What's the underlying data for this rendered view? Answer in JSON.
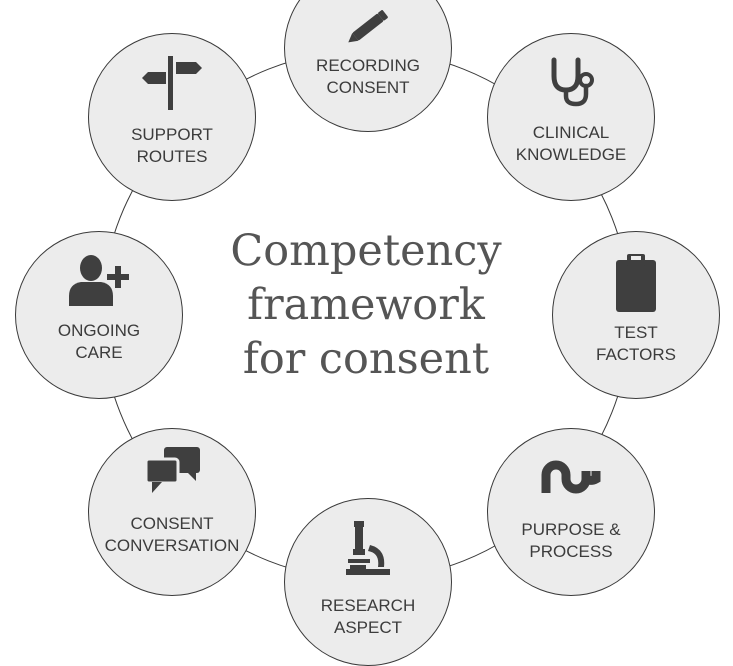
{
  "diagram": {
    "title_lines": [
      "Competency",
      "framework",
      "for consent"
    ],
    "colors": {
      "node_fill": "#ececec",
      "outline": "#3a3a3a",
      "icon": "#3f3f3f",
      "title": "#555555"
    },
    "nodes": [
      {
        "id": "recording-consent",
        "icon": "pencil-icon",
        "lines": [
          "RECORDING",
          "CONSENT"
        ]
      },
      {
        "id": "clinical-knowledge",
        "icon": "stethoscope-icon",
        "lines": [
          "CLINICAL",
          "KNOWLEDGE"
        ]
      },
      {
        "id": "test-factors",
        "icon": "clipboard-icon",
        "lines": [
          "TEST",
          "FACTORS"
        ]
      },
      {
        "id": "purpose-process",
        "icon": "stumbleupon-icon",
        "lines": [
          "PURPOSE &",
          "PROCESS"
        ]
      },
      {
        "id": "research-aspect",
        "icon": "microscope-icon",
        "lines": [
          "RESEARCH",
          "ASPECT"
        ]
      },
      {
        "id": "consent-conversation",
        "icon": "chat-bubbles-icon",
        "lines": [
          "CONSENT",
          "CONVERSATION"
        ]
      },
      {
        "id": "ongoing-care",
        "icon": "add-user-icon",
        "lines": [
          "ONGOING",
          "CARE"
        ]
      },
      {
        "id": "support-routes",
        "icon": "signpost-icon",
        "lines": [
          "SUPPORT",
          "ROUTES"
        ]
      }
    ]
  }
}
